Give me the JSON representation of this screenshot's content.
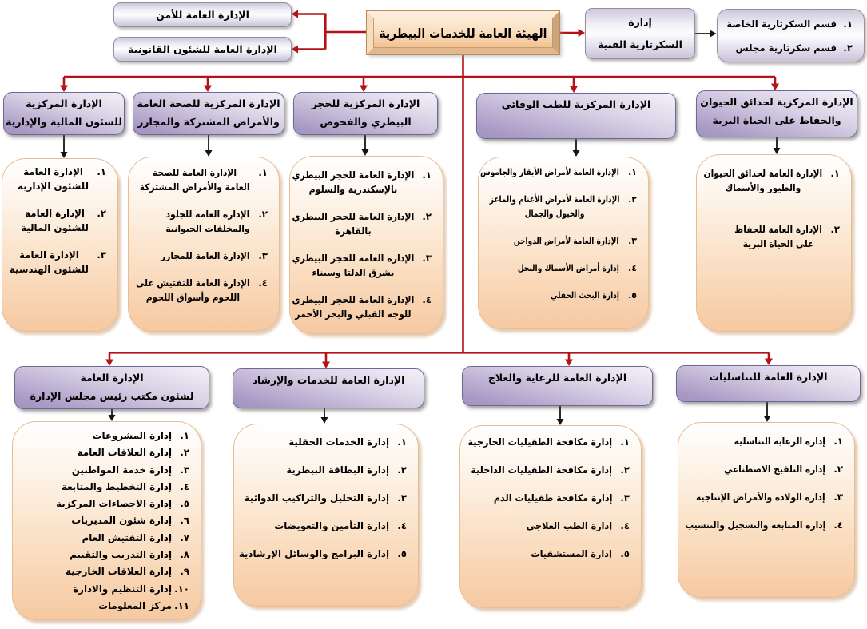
{
  "colors": {
    "connector_red": "#b41216",
    "connector_black": "#141414",
    "purple_header_dark": "#a294c1",
    "peach_list_dark": "#f6c9a1",
    "lavender_box": "#cdc6da",
    "root_face": "#f8d9b4"
  },
  "root": {
    "label": "الهيئة العامة للخدمات البيطرية"
  },
  "support_units": [
    {
      "label": "الإدارة العامة للأمن"
    },
    {
      "label": "الإدارة العامة للشئون القانونية"
    }
  ],
  "technical_secretariat": {
    "label_line1": "إدارة",
    "label_line2": "السكرتارية الفنية",
    "departments": [
      {
        "num": "١.",
        "text": "قسم السكرتارية الخاصة"
      },
      {
        "num": "٢.",
        "text": "قسم سكرتارية مجلس"
      }
    ]
  },
  "central_administrations": [
    {
      "header": "الإدارة المركزية\nللشئون المالية والإدارية",
      "items": [
        {
          "num": "١.",
          "text": "الإدارة العامة\nللشئون الإدارية"
        },
        {
          "num": "٢.",
          "text": "الإدارة العامة\nللشئون المالية"
        },
        {
          "num": "٣.",
          "text": "الإدارة العامة\nللشئون الهندسية"
        }
      ]
    },
    {
      "header": "الإدارة المركزية للصحة العامة\nوالأمراض المشتركة والمجازر",
      "items": [
        {
          "num": "١.",
          "text": "الإدارة العامة للصحة\nالعامة والأمراض المشتركة"
        },
        {
          "num": "٢.",
          "text": "الإدارة العامة للجلود\nوالمخلفات الحيوانية"
        },
        {
          "num": "٣.",
          "text": "الإدارة العامة للمجازر"
        },
        {
          "num": "٤.",
          "text": "الإدارة العامة للتفتيش على\nاللحوم وأسواق اللحوم"
        }
      ]
    },
    {
      "header": "الإدارة المركزية للحجر\nالبيطري والفحوص",
      "items": [
        {
          "num": "١.",
          "text": "الإدارة العامة للحجر البيطري\nبالإسكندرية والسلوم"
        },
        {
          "num": "٢.",
          "text": "الإدارة العامة للحجر البيطري\nبالقاهرة"
        },
        {
          "num": "٣.",
          "text": "الإدارة العامة للحجر البيطري\nبشرق الدلتا وسيناء"
        },
        {
          "num": "٤.",
          "text": "الإدارة العامة للحجر البيطري\nللوجه القبلي والبحر الأحمر"
        }
      ]
    },
    {
      "header": "الإدارة المركزية للطب الوقائي",
      "items": [
        {
          "num": "١.",
          "text": "الإدارة العامة لأمراض الأبقار والجاموس"
        },
        {
          "num": "٢.",
          "text": "الإدارة العامة لأمراض الأغنام والماعز\nوالخيول والجمال"
        },
        {
          "num": "٣.",
          "text": "الإدارة العامة لأمراض الدواجن"
        },
        {
          "num": "٤.",
          "text": "إدارة أمراض الأسماك والنحل"
        },
        {
          "num": "٥.",
          "text": "إدارة البحث الحقلي"
        }
      ]
    },
    {
      "header": "الإدارة المركزية لحدائق الحيوان\nوالحفاظ على الحياة البرية",
      "items": [
        {
          "num": "١.",
          "text": "الإدارة العامة لحدائق الحيوان\nوالطيور والأسماك"
        },
        {
          "num": "٢.",
          "text": "الإدارة العامة للحفاظ\nعلى الحياة البرية"
        }
      ]
    }
  ],
  "general_administrations": [
    {
      "header": "الإدارة العامة\nلشئون مكتب رئيس مجلس الإدارة",
      "items": [
        {
          "num": "١.",
          "text": "إدارة المشروعات"
        },
        {
          "num": "٢.",
          "text": "إدارة العلاقات العامة"
        },
        {
          "num": "٣.",
          "text": "إدارة خدمة المواطنين"
        },
        {
          "num": "٤.",
          "text": "إدارة التخطيط والمتابعة"
        },
        {
          "num": "٥.",
          "text": "إدارة الاحصاءات المركزية"
        },
        {
          "num": "٦.",
          "text": "إدارة شئون المديريات"
        },
        {
          "num": "٧.",
          "text": "إدارة التفتيش العام"
        },
        {
          "num": "٨.",
          "text": "إدارة التدريب والتقييم"
        },
        {
          "num": "٩.",
          "text": "إدارة العلاقات الخارجية"
        },
        {
          "num": "١٠.",
          "text": "إدارة التنظيم والادارة"
        },
        {
          "num": "١١.",
          "text": "مركز المعلومات"
        }
      ]
    },
    {
      "header": "الإدارة العامة للخدمات والإرشاد",
      "items": [
        {
          "num": "١.",
          "text": "إدارة الخدمات الحقلية"
        },
        {
          "num": "٢.",
          "text": "إدارة البطاقة البيطرية"
        },
        {
          "num": "٣.",
          "text": "إدارة التحليل والتراكيب الدوائية"
        },
        {
          "num": "٤.",
          "text": "إدارة التأمين والتعويضات"
        },
        {
          "num": "٥.",
          "text": "إدارة البرامج والوسائل الإرشادية"
        }
      ]
    },
    {
      "header": "الإدارة العامة للرعاية والعلاج",
      "items": [
        {
          "num": "١.",
          "text": "إدارة مكافحة الطفيليات الخارجية"
        },
        {
          "num": "٢.",
          "text": "إدارة مكافحة الطفيليات الداخلية"
        },
        {
          "num": "٣.",
          "text": "إدارة مكافحة طفيليات الدم"
        },
        {
          "num": "٤.",
          "text": "إدارة الطب العلاجي"
        },
        {
          "num": "٥.",
          "text": "إدارة المستشفيات"
        }
      ]
    },
    {
      "header": "الإدارة العامة للتناسليات",
      "items": [
        {
          "num": "١.",
          "text": "إدارة الرعاية التناسلية"
        },
        {
          "num": "٢.",
          "text": "إدارة التلقيح الاصطناعي"
        },
        {
          "num": "٣.",
          "text": "إدارة الولادة والأمراض الإنتاجية"
        },
        {
          "num": "٤.",
          "text": "إدارة المتابعة والتسجيل والتنسيب"
        }
      ]
    }
  ]
}
